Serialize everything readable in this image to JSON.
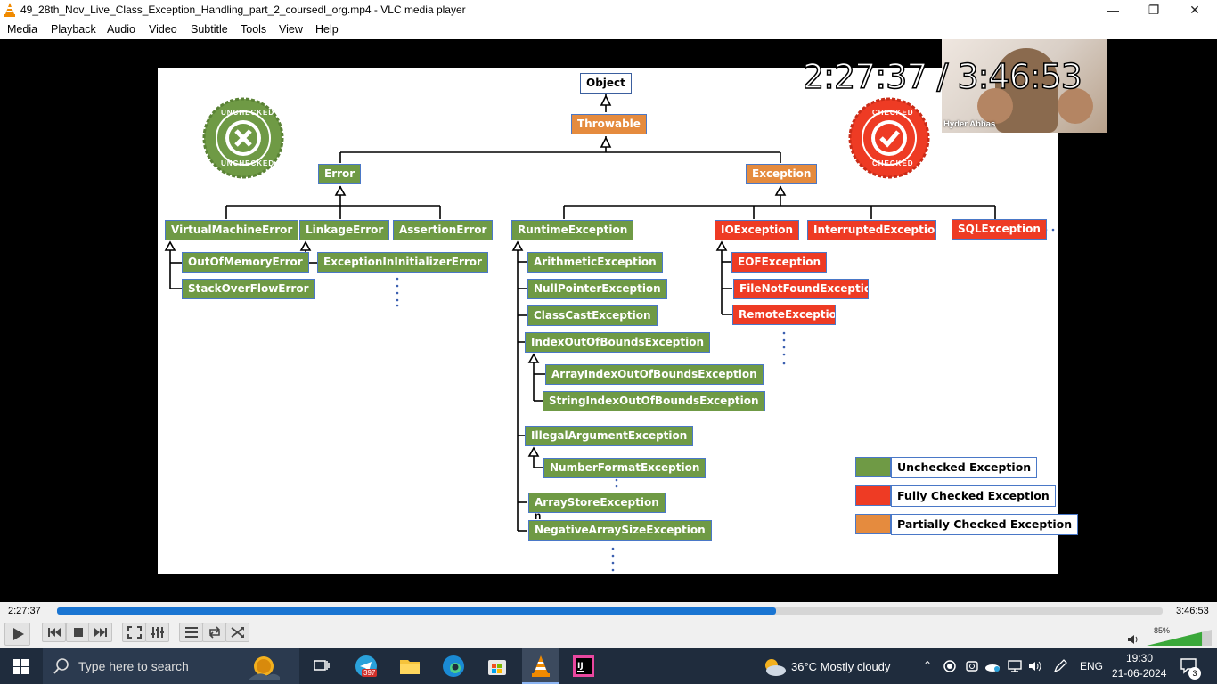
{
  "window": {
    "title": "49_28th_Nov_Live_Class_Exception_Handling_part_2_coursedl_org.mp4 - VLC media player",
    "minimize_icon": "minimize-icon",
    "maximize_icon": "restore-icon",
    "close_icon": "close-icon"
  },
  "menu": [
    "Media",
    "Playback",
    "Audio",
    "Video",
    "Subtitle",
    "Tools",
    "View",
    "Help"
  ],
  "overlay": {
    "timecode": "2:27:37 / 3:46:53",
    "webcam_name": "Hyder Abbas"
  },
  "slide": {
    "seal_unchecked": "UNCHECKED",
    "seal_checked": "CHECKED",
    "root": "Object",
    "throwable": "Throwable",
    "error": "Error",
    "exception": "Exception",
    "error_children": [
      "VirtualMachineError",
      "LinkageError",
      "AssertionError"
    ],
    "vm_children": [
      "OutOfMemoryError",
      "StackOverFlowError"
    ],
    "linkage_children": [
      "ExceptionInInitializerError"
    ],
    "runtime": "RuntimeException",
    "runtime_children": [
      "ArithmeticException",
      "NullPointerException",
      "ClassCastException",
      "IndexOutOfBoundsException",
      "IllegalArgumentException",
      "ArrayStoreException",
      "NegativeArraySizeException"
    ],
    "index_children": [
      "ArrayIndexOutOfBoundsException",
      "StringIndexOutOfBoundsException"
    ],
    "illegal_children": [
      "NumberFormatException"
    ],
    "checked": [
      "IOException",
      "InterruptedExceptio",
      "SQLException"
    ],
    "io_children": [
      "EOFException",
      "FileNotFoundExceptio",
      "RemoteExceptio"
    ],
    "stray_mark": "n",
    "legend": [
      {
        "label": "Unchecked Exception",
        "color": "#6f9a45"
      },
      {
        "label": "Fully Checked Exception",
        "color": "#ee3b24"
      },
      {
        "label": "Partially Checked Exception",
        "color": "#e58b3e"
      }
    ]
  },
  "player": {
    "elapsed": "2:27:37",
    "total": "3:46:53",
    "progress": 0.65,
    "volume": "85%",
    "volume_level": 0.85
  },
  "taskbar": {
    "search_placeholder": "Type here to search",
    "telegram_badge": "397",
    "weather": "36°C  Mostly cloudy",
    "lang": "ENG",
    "time": "19:30",
    "date": "21-06-2024",
    "notif_count": "3"
  }
}
